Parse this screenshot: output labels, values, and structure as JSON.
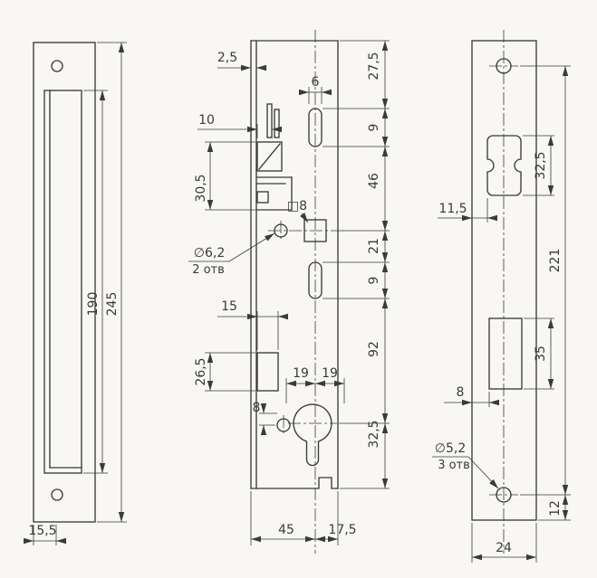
{
  "colors": {
    "paper": "#f8f7f4",
    "line": "#3a3a3a"
  },
  "views": {
    "left_plate": {
      "slot_height": "190",
      "total_height": "245",
      "bottom_width": "15,5"
    },
    "lock_body": {
      "plate_thickness": "2,5",
      "top_offset": "27,5",
      "slot_width": "6",
      "latch_depth": "10",
      "slot_top_height": "9",
      "slot_to_square": "46",
      "latch_height": "30,5",
      "square_size": "□8",
      "hole_dia": "∅6,2",
      "hole_qty": "2 отв",
      "square_to_slot": "21",
      "slot_bottom_height": "9",
      "side_cut_width": "15",
      "slot_to_cylinder": "92",
      "side_cut_height": "26,5",
      "cyl_half_left": "19",
      "cyl_half_right": "19",
      "hole_offset": "8",
      "cylinder_to_bottom": "32,5",
      "width_to_center": "45",
      "center_to_edge": "17,5"
    },
    "face_plate": {
      "latch_cut_height": "32,5",
      "latch_cut_offset": "11,5",
      "screw_span": "221",
      "cyl_cut_height": "35",
      "cyl_cut_offset": "8",
      "hole_dia": "∅5,2",
      "hole_qty": "3 отв",
      "bottom_margin": "12",
      "width": "24"
    }
  }
}
